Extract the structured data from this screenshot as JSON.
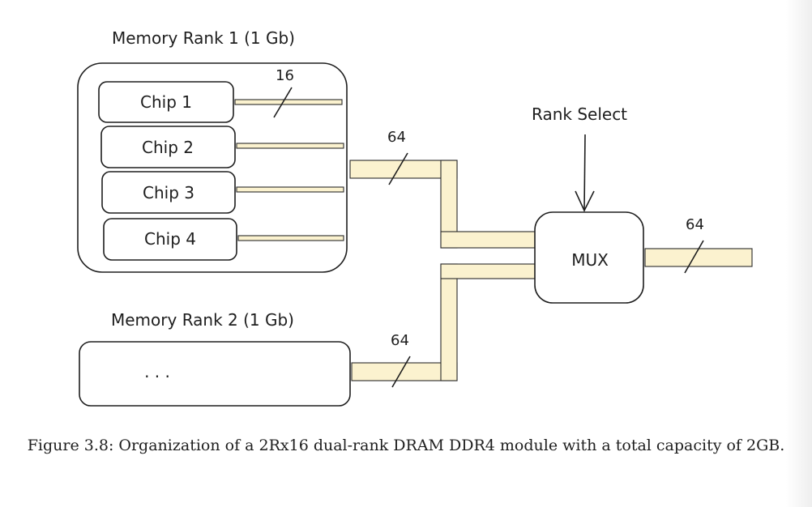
{
  "diagram": {
    "rank1_title": "Memory Rank 1 (1 Gb)",
    "rank2_title": "Memory Rank 2 (1 Gb)",
    "chips": [
      "Chip 1",
      "Chip 2",
      "Chip 3",
      "Chip 4"
    ],
    "chip_bus_width": "16",
    "rank1_bus_width": "64",
    "rank2_bus_width": "64",
    "output_bus_width": "64",
    "rank2_placeholder": ". . .",
    "mux_label": "MUX",
    "rank_select_label": "Rank Select"
  },
  "caption": {
    "text": "Figure 3.8: Organization of a 2Rx16 dual-rank DRAM DDR4 module with a total capacity of 2GB."
  }
}
